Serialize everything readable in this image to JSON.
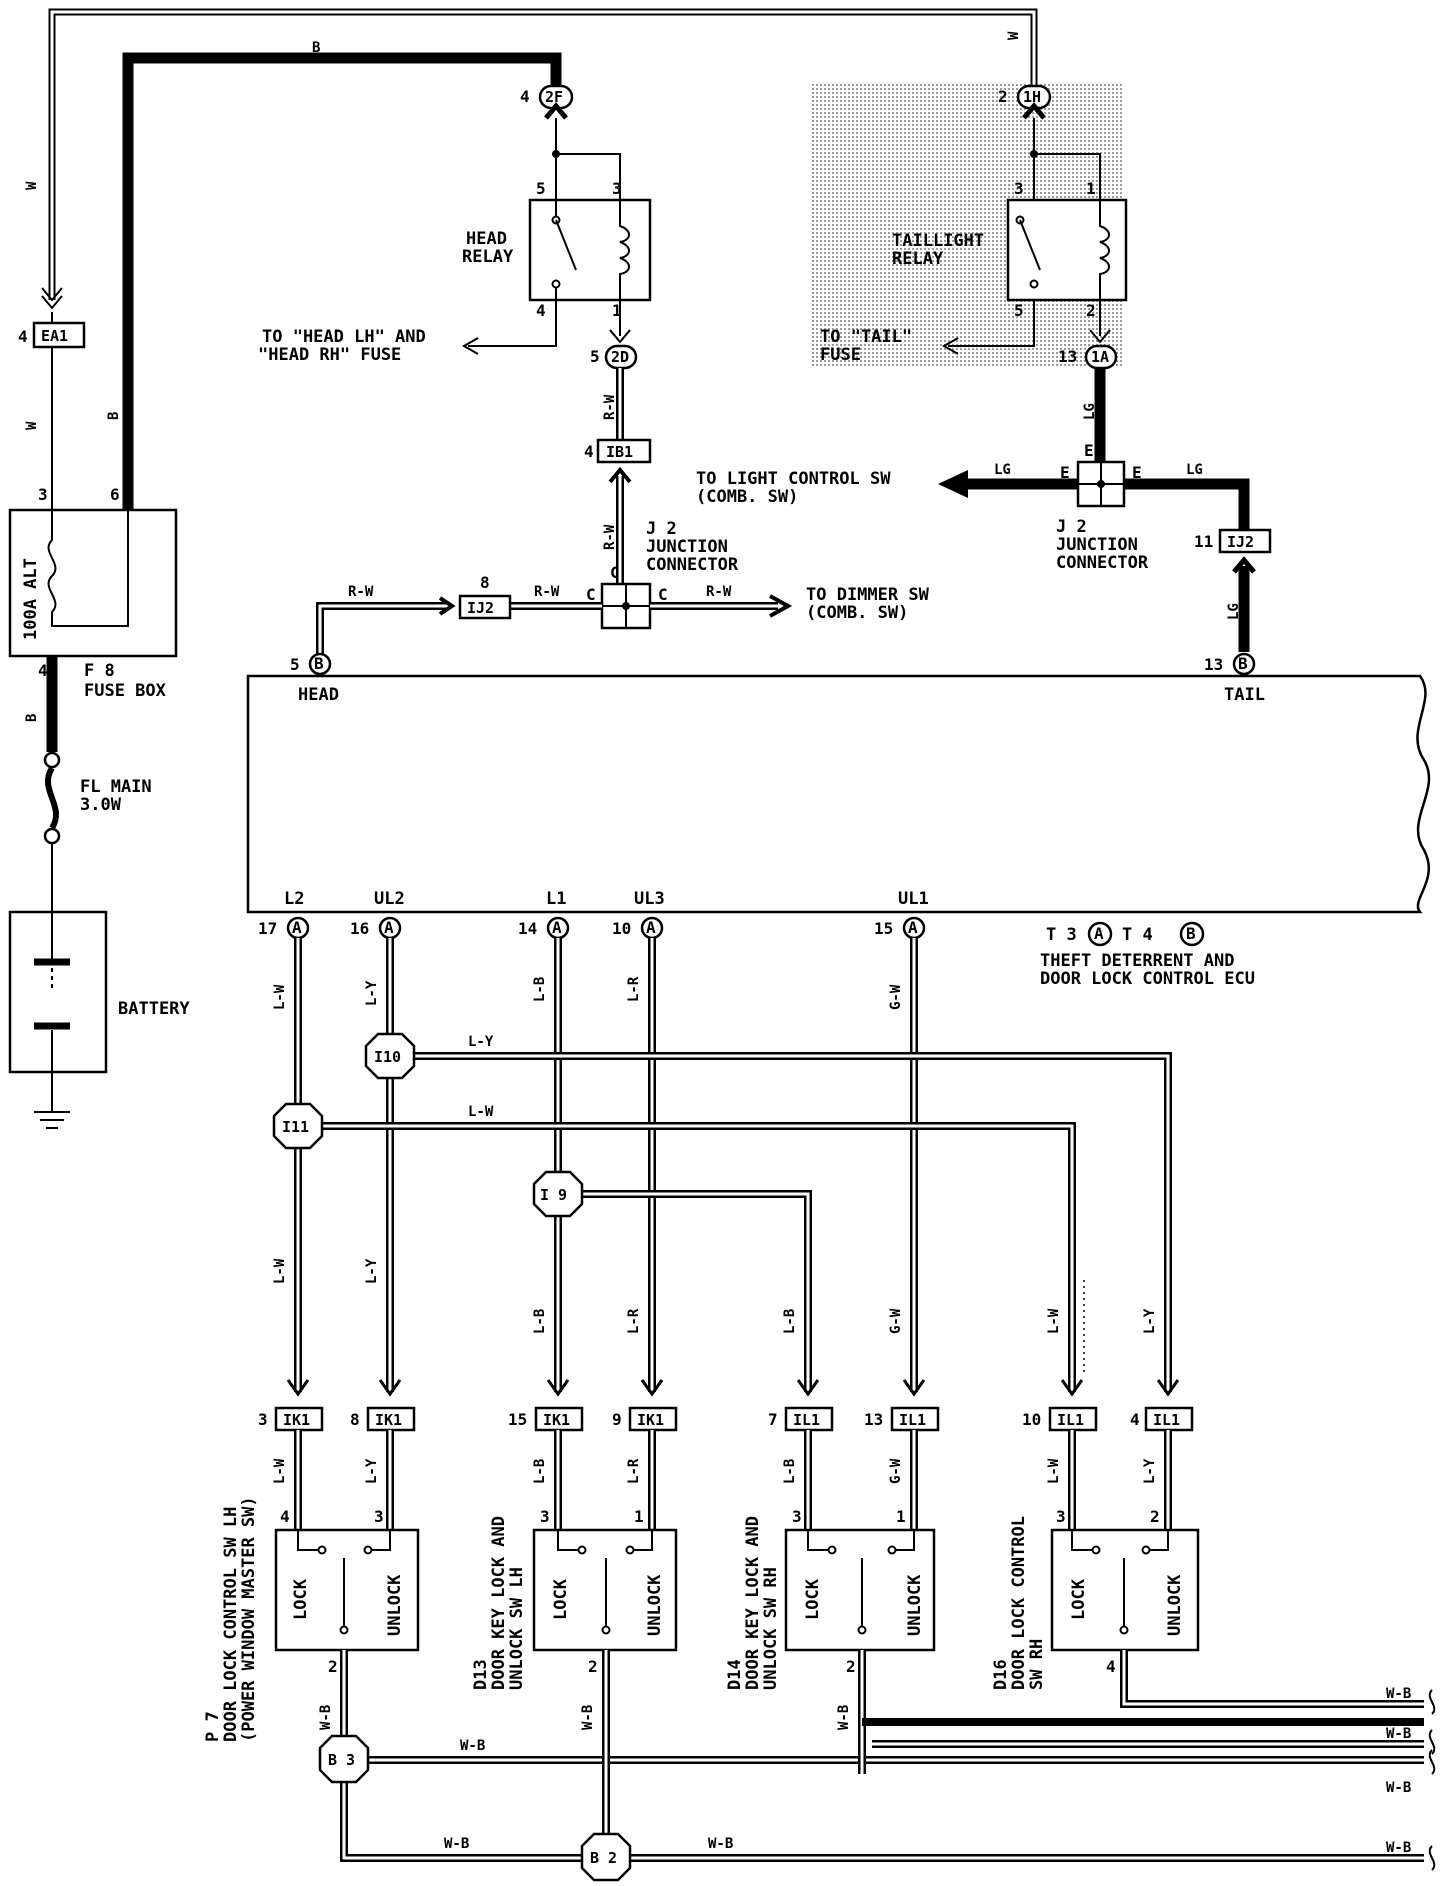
{
  "components": {
    "fuse_box": {
      "id": "F 8",
      "name": "FUSE BOX",
      "rating": "100A ALT",
      "pin_in_w": "3",
      "pin_in_b": "6",
      "pin_out": "4"
    },
    "fl_main": {
      "label": "FL MAIN",
      "rating": "3.0W"
    },
    "battery": {
      "label": "BATTERY"
    },
    "head_relay": {
      "line1": "HEAD",
      "line2": "RELAY",
      "pin_5": "5",
      "pin_3": "3",
      "pin_4": "4",
      "pin_1": "1"
    },
    "head_note": {
      "line1": "TO \"HEAD LH\" AND",
      "line2": "\"HEAD RH\" FUSE"
    },
    "taillight_relay": {
      "line1": "TAILLIGHT",
      "line2": "RELAY",
      "pin_3": "3",
      "pin_1": "1",
      "pin_5": "5",
      "pin_2": "2"
    },
    "tail_note": {
      "line1": "TO \"TAIL\"",
      "line2": "FUSE"
    },
    "j2_left": {
      "id": "J 2",
      "line1": "JUNCTION",
      "line2": "CONNECTOR",
      "pin": "C"
    },
    "j2_right": {
      "id": "J 2",
      "line1": "JUNCTION",
      "line2": "CONNECTOR",
      "pin": "E"
    },
    "light_ctrl_note": {
      "line1": "TO LIGHT CONTROL SW",
      "line2": "(COMB. SW)"
    },
    "dimmer_note": {
      "line1": "TO DIMMER SW",
      "line2": "(COMB. SW)"
    },
    "ecu": {
      "line1": "THEFT DETERRENT AND",
      "line2": "DOOR LOCK CONTROL ECU",
      "id_t3": "T 3",
      "id_t4": "T 4",
      "conn_a": "A",
      "conn_b": "B",
      "head_label": "HEAD",
      "head_pin": "5",
      "tail_label": "TAIL",
      "tail_pin": "13",
      "terminals": [
        {
          "label": "L2",
          "pin": "17"
        },
        {
          "label": "UL2",
          "pin": "16"
        },
        {
          "label": "L1",
          "pin": "14"
        },
        {
          "label": "UL3",
          "pin": "10"
        },
        {
          "label": "UL1",
          "pin": "15"
        }
      ]
    },
    "sw_p7": {
      "line1": "P 7",
      "line2": "DOOR LOCK CONTROL SW LH",
      "line3": "(POWER WINDOW MASTER SW)",
      "pin_lock": "4",
      "pin_unlock": "3",
      "pin_gnd": "2"
    },
    "sw_d13": {
      "line1": "D13",
      "line2": "DOOR KEY LOCK AND",
      "line3": "UNLOCK SW LH",
      "pin_lock": "3",
      "pin_unlock": "1",
      "pin_gnd": "2"
    },
    "sw_d14": {
      "line1": "D14",
      "line2": "DOOR KEY LOCK AND",
      "line3": "UNLOCK SW RH",
      "pin_lock": "3",
      "pin_unlock": "1",
      "pin_gnd": "2"
    },
    "sw_d16": {
      "line1": "D16",
      "line2": "DOOR LOCK CONTROL",
      "line3": "SW RH",
      "pin_lock": "3",
      "pin_unlock": "2",
      "pin_gnd": "4"
    },
    "switch_labels": {
      "lock": "LOCK",
      "unlock": "UNLOCK"
    }
  },
  "connectors": {
    "ea1": {
      "code": "EA1",
      "pin": "4"
    },
    "c2f": {
      "code": "2F",
      "pin": "4"
    },
    "c1h": {
      "code": "1H",
      "pin": "2"
    },
    "c2d": {
      "code": "2D",
      "pin": "5"
    },
    "c1a": {
      "code": "1A",
      "pin": "13"
    },
    "ib1": {
      "code": "IB1",
      "pin": "4"
    },
    "ij2_l": {
      "code": "IJ2",
      "pin": "8"
    },
    "ij2_r": {
      "code": "IJ2",
      "pin": "11"
    },
    "i10": {
      "code": "I10"
    },
    "i11": {
      "code": "I11"
    },
    "i9": {
      "code": "I 9"
    },
    "b3": {
      "code": "B 3"
    },
    "b2": {
      "code": "B 2"
    },
    "ik1_3": {
      "code": "IK1",
      "pin": "3"
    },
    "ik1_8": {
      "code": "IK1",
      "pin": "8"
    },
    "ik1_15": {
      "code": "IK1",
      "pin": "15"
    },
    "ik1_9": {
      "code": "IK1",
      "pin": "9"
    },
    "il1_7": {
      "code": "IL1",
      "pin": "7"
    },
    "il1_13": {
      "code": "IL1",
      "pin": "13"
    },
    "il1_10": {
      "code": "IL1",
      "pin": "10"
    },
    "il1_4": {
      "code": "IL1",
      "pin": "4"
    }
  },
  "wires": {
    "w": "W",
    "b": "B",
    "rw": "R-W",
    "lg": "LG",
    "lw": "L-W",
    "ly": "L-Y",
    "lb": "L-B",
    "lr": "L-R",
    "gw": "G-W",
    "wb": "W-B",
    "c": "C",
    "e": "E"
  }
}
